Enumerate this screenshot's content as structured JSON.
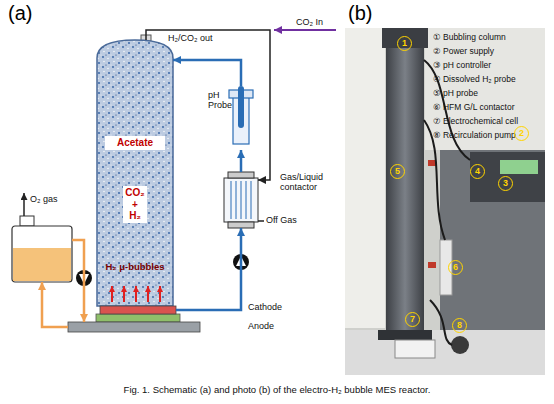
{
  "diagram": {
    "caption": "Fig. 1. Schematic (a) and photo (b) of the electro-H₂ bubble MES reactor.",
    "nodes": [
      {
        "text": [
          "Acetate",
          "CO₂ + H₂",
          "H₂ μ-bubbles"
        ]
      },
      {
        "text": [
          "pH Probe"
        ]
      },
      {
        "text": [
          "Gas/Liquid contactor"
        ]
      },
      {
        "text": [
          "Cathode"
        ]
      },
      {
        "text": [
          "Anode"
        ]
      },
      {
        "text": [
          "O₂ gas"
        ]
      }
    ],
    "edges": [
      {
        "from": 0,
        "to": 2,
        "arrow": "to",
        "label": "H₂/CO₂ out"
      },
      {
        "from": 3,
        "to": 2,
        "arrow": "to"
      },
      {
        "from": 2,
        "to": 1,
        "arrow": "to"
      },
      {
        "from": 1,
        "to": 0,
        "arrow": "to"
      },
      {
        "from": 5,
        "to": 4,
        "arrow": "to"
      },
      {
        "from": 4,
        "to": 5,
        "arrow": "to"
      }
    ],
    "labels": [
      "(a)",
      "(b)",
      "CO₂ In",
      "Off Gas",
      "① Bubbling column",
      "② Power supply",
      "③ pH controller",
      "④ Dissolved H₂ probe",
      "⑤ pH probe",
      "⑥ HFM G/L contactor",
      "⑦ Electrochemical cell",
      "⑧ Recirculation pump",
      "1",
      "2",
      "3",
      "4",
      "5",
      "6",
      "7",
      "8"
    ]
  }
}
